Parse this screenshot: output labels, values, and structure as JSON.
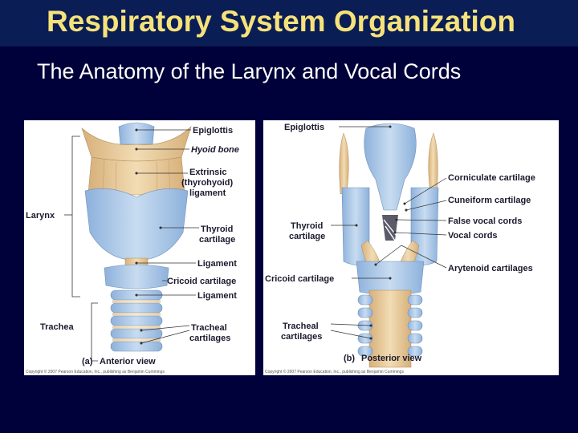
{
  "slide": {
    "title": "Respiratory System Organization",
    "subtitle": "The Anatomy of the Larynx and Vocal Cords"
  },
  "anterior": {
    "caption_letter": "(a)",
    "caption": "Anterior view",
    "copyright": "Copyright © 2007 Pearson Education, Inc., publishing as Benjamin Cummings",
    "labels": {
      "epiglottis": "Epiglottis",
      "hyoid_bone": "Hyoid bone",
      "extrinsic_1": "Extrinsic",
      "extrinsic_2": "(thyrohyoid)",
      "extrinsic_3": "ligament",
      "larynx": "Larynx",
      "thyroid_1": "Thyroid",
      "thyroid_2": "cartilage",
      "ligament_upper": "Ligament",
      "cricoid": "Cricoid cartilage",
      "ligament_lower": "Ligament",
      "trachea": "Trachea",
      "tracheal_1": "Tracheal",
      "tracheal_2": "cartilages"
    }
  },
  "posterior": {
    "caption_letter": "(b)",
    "caption": "Posterior view",
    "copyright": "Copyright © 2007 Pearson Education, Inc., publishing as Benjamin Cummings",
    "labels": {
      "epiglottis": "Epiglottis",
      "corniculate": "Corniculate cartilage",
      "cuneiform": "Cuneiform cartilage",
      "false_cords": "False vocal cords",
      "vocal_cords": "Vocal cords",
      "thyroid_1": "Thyroid",
      "thyroid_2": "cartilage",
      "arytenoid": "Arytenoid cartilages",
      "cricoid": "Cricoid cartilage",
      "tracheal_1": "Tracheal",
      "tracheal_2": "cartilages"
    }
  },
  "colors": {
    "background": "#00003a",
    "title_bar": "#0a1d54",
    "title_text": "#f6e27a",
    "cartilage_blue": "#a9c6e6",
    "ligament_tan": "#e9c99a"
  }
}
